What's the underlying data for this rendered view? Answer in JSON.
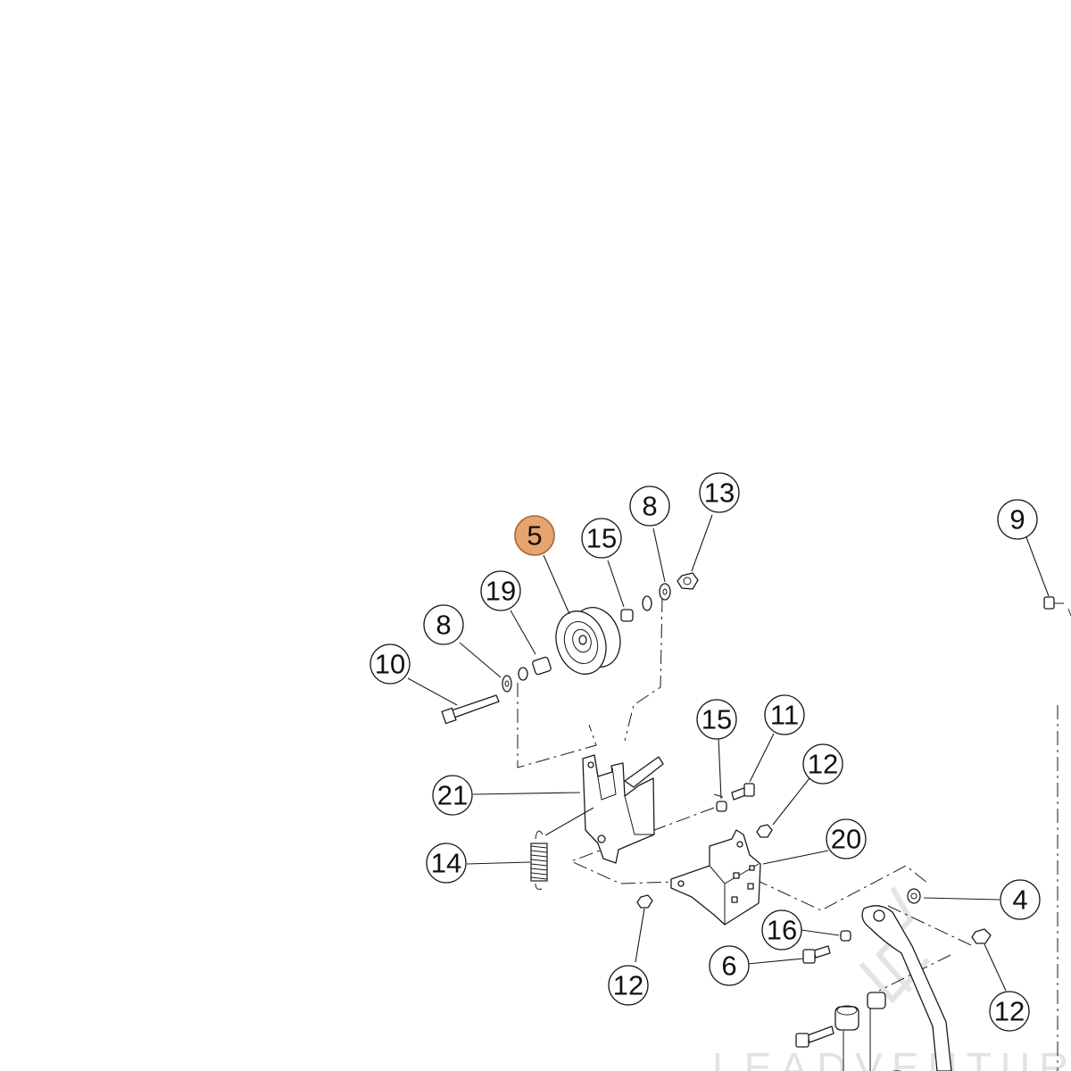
{
  "callouts": [
    {
      "id": "c5",
      "label": "5",
      "highlighted": true
    },
    {
      "id": "c15a",
      "label": "15"
    },
    {
      "id": "c8a",
      "label": "8"
    },
    {
      "id": "c13",
      "label": "13"
    },
    {
      "id": "c19",
      "label": "19"
    },
    {
      "id": "c8b",
      "label": "8"
    },
    {
      "id": "c10",
      "label": "10"
    },
    {
      "id": "c9",
      "label": "9"
    },
    {
      "id": "c15b",
      "label": "15"
    },
    {
      "id": "c11",
      "label": "11"
    },
    {
      "id": "c12a",
      "label": "12"
    },
    {
      "id": "c21",
      "label": "21"
    },
    {
      "id": "c20",
      "label": "20"
    },
    {
      "id": "c14",
      "label": "14"
    },
    {
      "id": "c4",
      "label": "4"
    },
    {
      "id": "c16",
      "label": "16"
    },
    {
      "id": "c6",
      "label": "6"
    },
    {
      "id": "c12b",
      "label": "12"
    },
    {
      "id": "c12c",
      "label": "12"
    }
  ],
  "watermark": {
    "text": "LEADVENTURE"
  },
  "colors": {
    "highlight_fill": "#e8a46f",
    "line": "#1a1a1a",
    "watermark": "#e2e2e2"
  }
}
